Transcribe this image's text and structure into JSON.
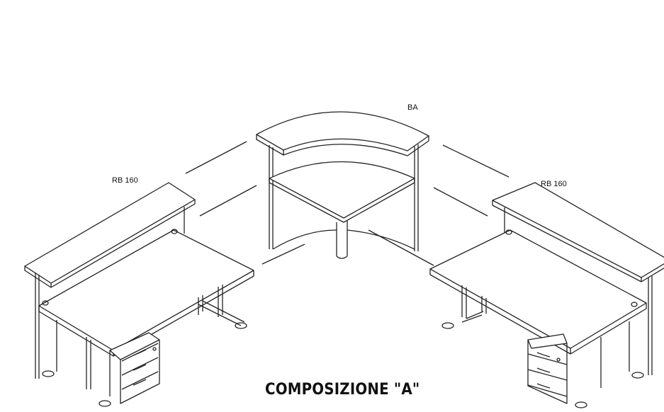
{
  "labels": {
    "center_unit": "BA",
    "left_unit": "RB 160",
    "right_unit": "RB 160"
  },
  "title": "COMPOSIZIONE \"A\""
}
